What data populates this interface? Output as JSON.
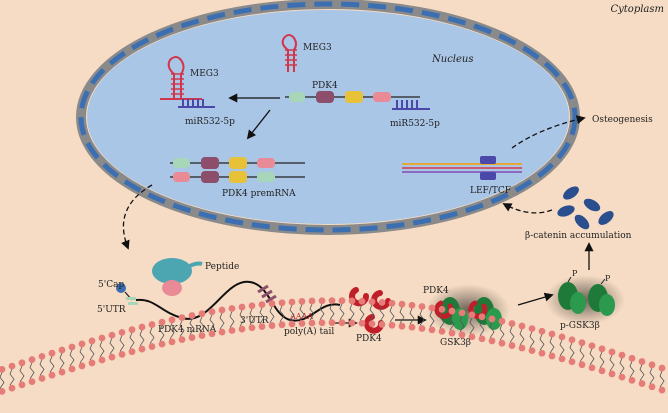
{
  "labels": {
    "cytoplasm": "Cytoplasm",
    "nucleus": "Nucleus",
    "meg3_top": "MEG3",
    "meg3_left": "MEG3",
    "pdk4_gene": "PDK4",
    "mir_left": "miR532-5p",
    "mir_right": "miR532-5p",
    "osteogenesis": "Osteogenesis",
    "pdk4_premrna": "PDK4 premRNA",
    "lef_tcf": "LEF/TCF",
    "beta_catenin": "β-catenin accumulation",
    "cap": "5'Cap",
    "utr5": "5'UTR",
    "peptide": "Peptide",
    "pdk4_mrna": "PDK4 mRNA",
    "utr3": "3'UTR",
    "aaaa": "AAAA",
    "polya": "poly(A) tail",
    "pdk4_protein": "PDK4",
    "pdk4_complex": "PDK4",
    "gsk3b": "GSK3β",
    "p_gsk3b": "p-GSK3β",
    "p1": "P",
    "p2": "P"
  },
  "colors": {
    "background": "#f6dcc4",
    "nucleus_fill": "#aac6e6",
    "nuclear_envelope": "#8a8a8a",
    "nuclear_pores": "#3c6fb2",
    "rna_hairpin": "#d2364b",
    "mirna": "#4a48a8",
    "exon_green": "#a7d6b9",
    "exon_purple": "#8c4e6a",
    "exon_yellow": "#e7c138",
    "exon_pink": "#e98a97",
    "ribosome": "#4ca6b2",
    "pdk4_protein": "#c01f2a",
    "gsk3b": "#1f7a3a",
    "beta_catenin": "#2a4f8e",
    "membrane_head": "#e67c78"
  }
}
